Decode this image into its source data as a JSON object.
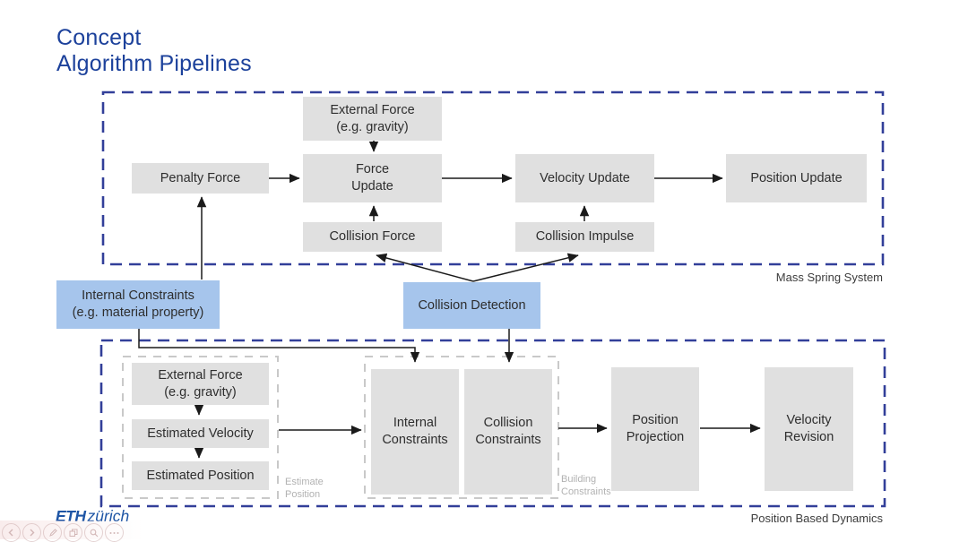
{
  "slide": {
    "title_line1": "Concept",
    "title_line2": "Algorithm Pipelines"
  },
  "colors": {
    "title_blue": "#1c419b",
    "pipeline_border_blue": "#323f99",
    "node_fill_gray": "#e0e0e0",
    "highlight_fill_blue": "#a6c5ec",
    "group_border_gray": "#c9c9c9",
    "group_label_gray": "#b2b2b2",
    "caption_dark_gray": "#3d3d3d",
    "eth_blue": "#1e55a5",
    "arrow_black": "#1a1a1a"
  },
  "mass_spring_pipeline": {
    "caption": "Mass Spring System",
    "nodes": {
      "external_force": "External Force\n(e.g. gravity)",
      "penalty_force": "Penalty Force",
      "force_update": "Force\nUpdate",
      "velocity_update": "Velocity Update",
      "position_update": "Position Update",
      "collision_force": "Collision Force",
      "collision_impulse": "Collision Impulse"
    }
  },
  "shared_nodes": {
    "internal_constraints": "Internal Constraints\n(e.g. material property)",
    "collision_detection": "Collision Detection"
  },
  "pbd_pipeline": {
    "caption": "Position Based Dynamics",
    "groups": {
      "estimate_position": {
        "label": "Estimate\nPosition",
        "nodes": {
          "external_force": "External Force\n(e.g. gravity)",
          "estimated_velocity": "Estimated Velocity",
          "estimated_position": "Estimated Position"
        }
      },
      "building_constraints": {
        "label": "Building\nConstraints",
        "nodes": {
          "internal_constraints": "Internal\nConstraints",
          "collision_constraints": "Collision\nConstraints"
        }
      }
    },
    "nodes": {
      "position_projection": "Position\nProjection",
      "velocity_revision": "Velocity\nRevision"
    }
  },
  "footer": {
    "logo_eth": "ETH",
    "logo_city": "zürich"
  }
}
